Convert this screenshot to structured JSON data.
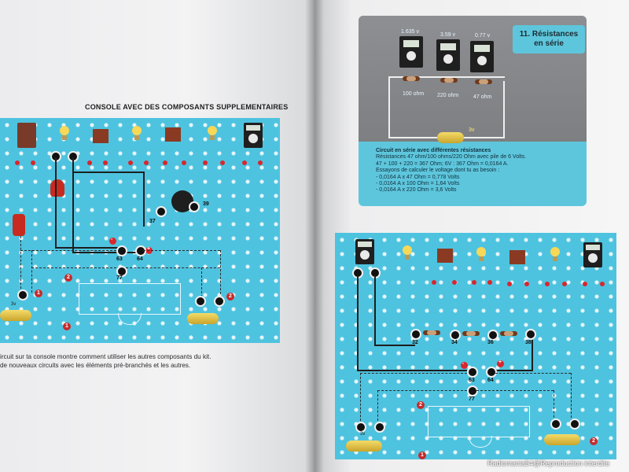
{
  "left_page": {
    "heading": "CONSOLE AVEC DES COMPOSANTS SUPPLEMENTAIRES",
    "caption_line1": "ircuit sur ta console montre comment utiliser les autres composants du kit.",
    "caption_line2": "de nouveaux circuits avec les éléments pré-branchés et les autres.",
    "board_numbers": [
      "39",
      "37",
      "63",
      "64",
      "77"
    ],
    "badges": [
      "2",
      "1",
      "2",
      "1"
    ],
    "signs": [
      "-",
      "+"
    ],
    "battery_label": "3v"
  },
  "right_page": {
    "card_title_line1": "11. Résistances",
    "card_title_line2": "en série",
    "meter_readings": [
      "1.635 v",
      "3.59 v",
      "0.77 v"
    ],
    "resistor_labels": [
      "100 ohm",
      "220 ohm",
      "47 ohm"
    ],
    "battery_label": "3v",
    "text": {
      "title": "Circuit en série avec différentes résistances",
      "line1": "Résistances 47 ohm/100 ohms/220 Ohm avec pile de 6 Volts.",
      "line2": "47 + 100 + 220 = 367 Ohm; 6V : 367 Ohm = 0,0164 A.",
      "line3": "Essayons de calculer le voltage dont tu as besoin :",
      "line4": "- 0,0164 A x 47 Ohm = 0,778 Volts",
      "line5": "- 0,0164 A x 100 Ohm = 1,64 Volts",
      "line6": "- 0,0164 A x 220 Ohm = 3,6 Volts"
    },
    "board_numbers": [
      "32",
      "34",
      "36",
      "38",
      "63",
      "64",
      "77"
    ],
    "badges": [
      "2",
      "1",
      "2"
    ],
    "signs": [
      "-",
      "+"
    ]
  },
  "watermark": "Radiomania54@Reproduction interdite"
}
